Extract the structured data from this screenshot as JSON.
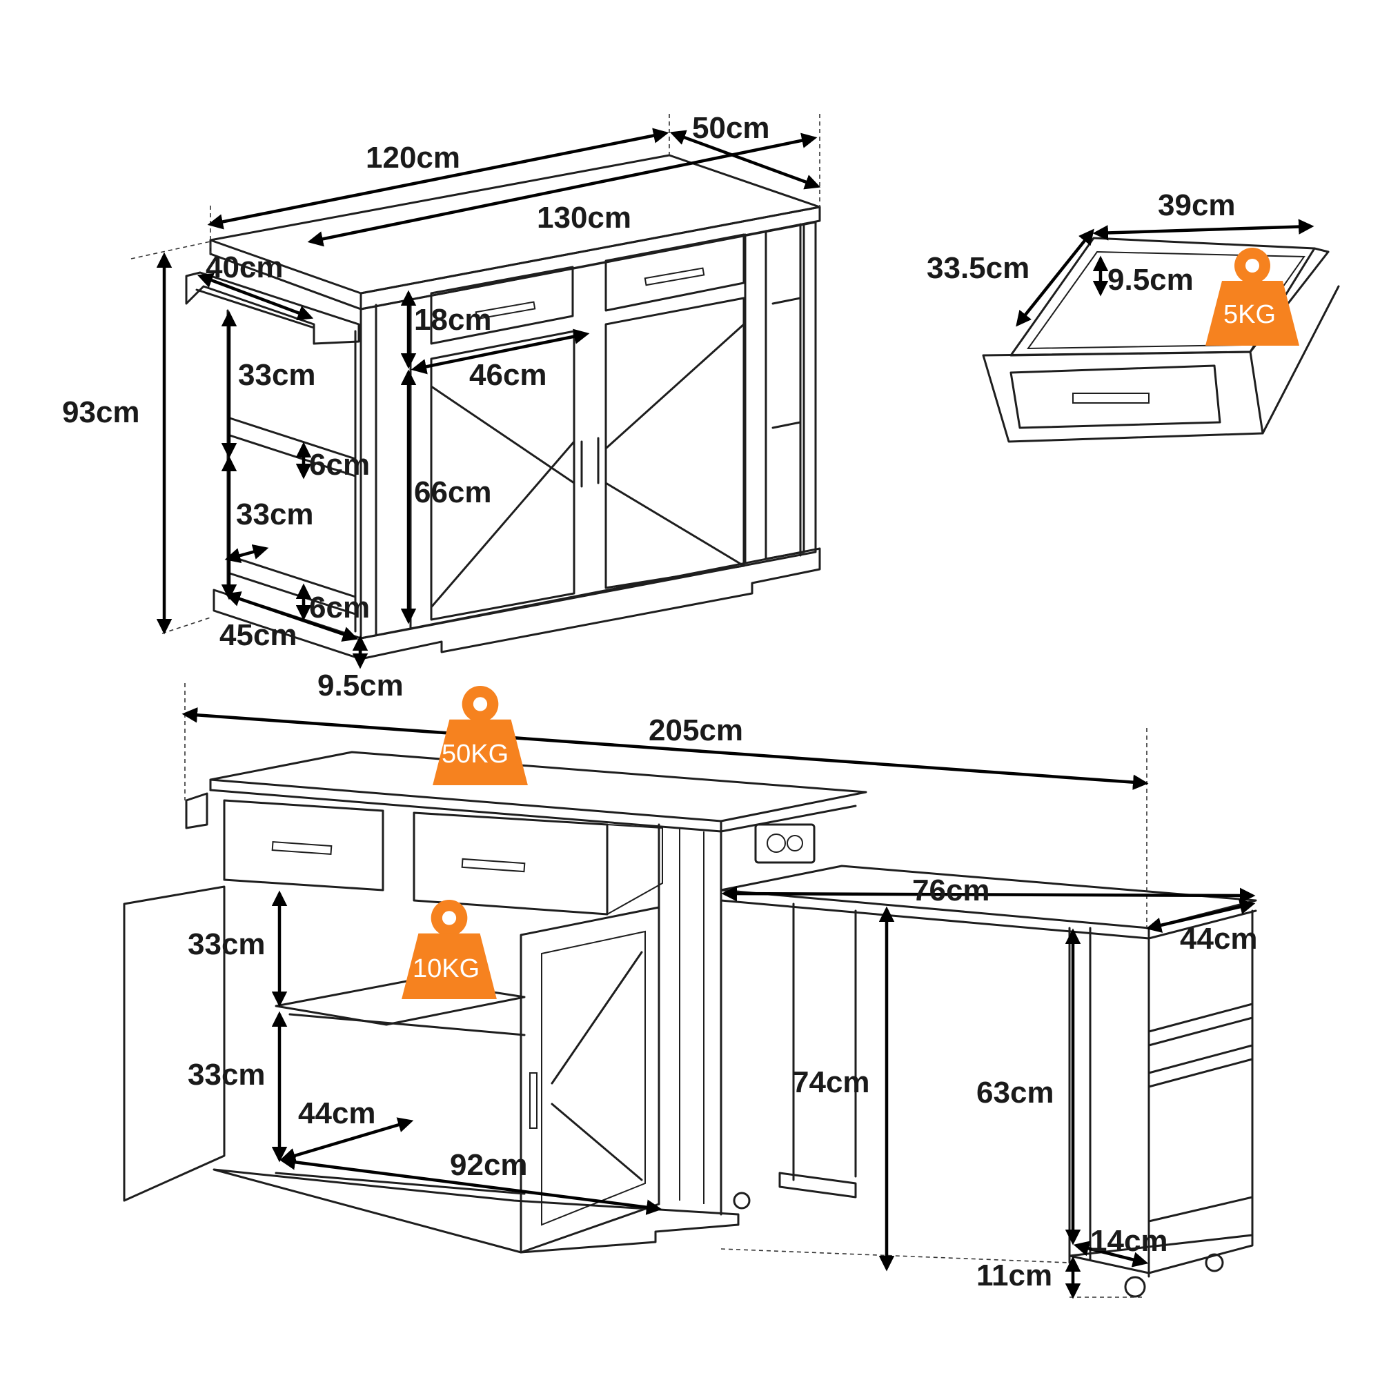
{
  "labels": {
    "d120": "120cm",
    "d50": "50cm",
    "d130": "130cm",
    "d40": "40cm",
    "d93": "93cm",
    "d18": "18cm",
    "d46": "46cm",
    "d33a": "33cm",
    "d6a": "6cm",
    "d66": "66cm",
    "d33b": "33cm",
    "d6b": "6cm",
    "d45": "45cm",
    "d95a": "9.5cm",
    "d39": "39cm",
    "d335": "33.5cm",
    "d95b": "9.5cm",
    "d205": "205cm",
    "d76": "76cm",
    "d44a": "44cm",
    "d33c": "33cm",
    "d33d": "33cm",
    "d44b": "44cm",
    "d92": "92cm",
    "d74": "74cm",
    "d63": "63cm",
    "d14": "14cm",
    "d11": "11cm"
  },
  "weights": {
    "drawer": "5KG",
    "top": "50KG",
    "shelf": "10KG"
  },
  "colors": {
    "line": "#1e1e1e",
    "weight_badge": "#f6821f",
    "background": "#ffffff"
  }
}
